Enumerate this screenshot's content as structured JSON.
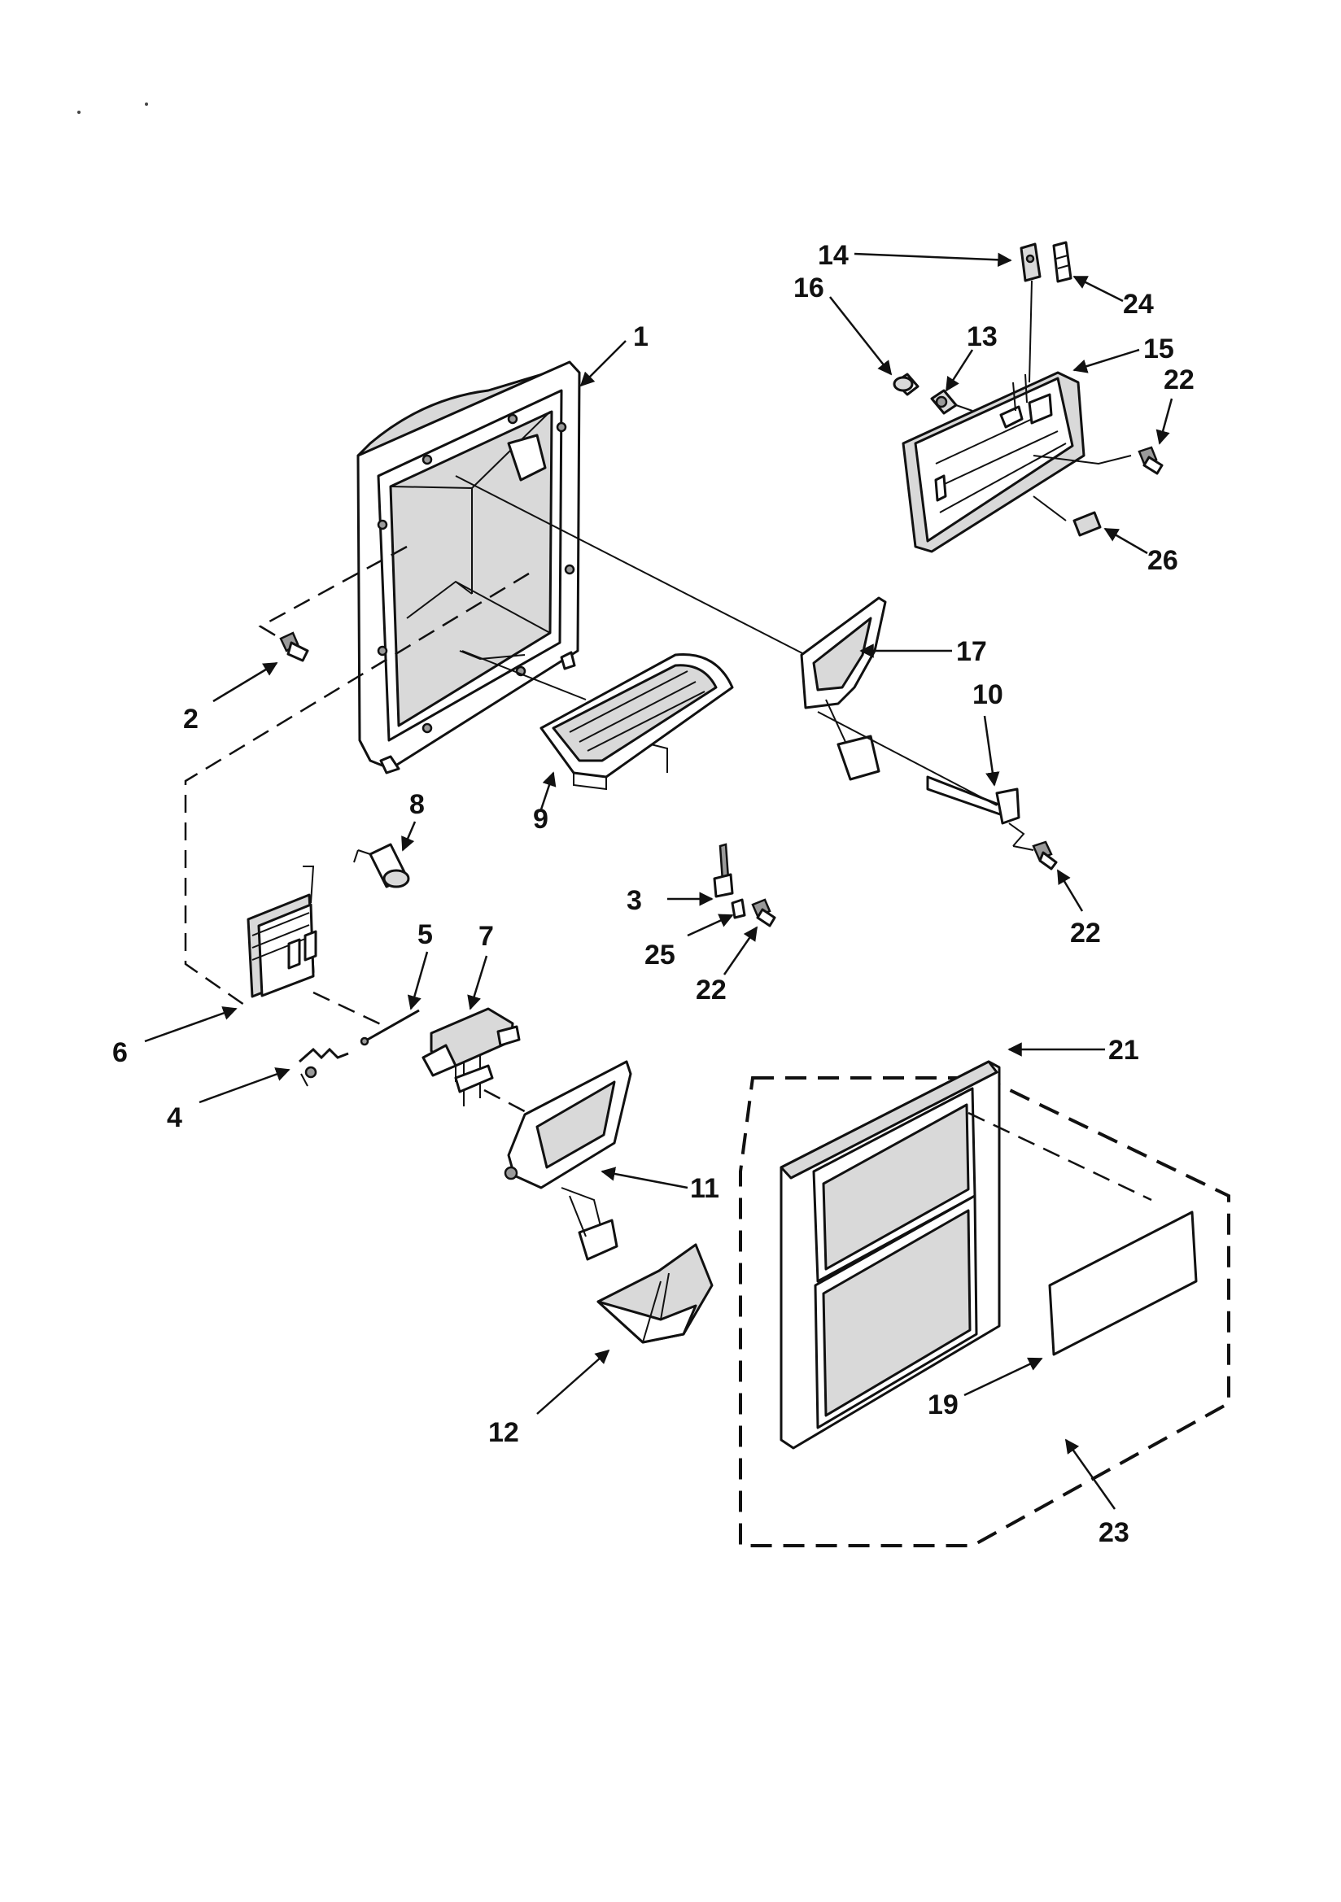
{
  "diagram": {
    "callouts": {
      "c1": "1",
      "c2": "2",
      "c3": "3",
      "c4": "4",
      "c5": "5",
      "c6": "6",
      "c7": "7",
      "c8": "8",
      "c9": "9",
      "c10": "10",
      "c11": "11",
      "c12": "12",
      "c13": "13",
      "c14": "14",
      "c15": "15",
      "c16": "16",
      "c17": "17",
      "c19": "19",
      "c21": "21",
      "c22a": "22",
      "c22b": "22",
      "c22c": "22",
      "c23": "23",
      "c24": "24",
      "c25": "25",
      "c26": "26"
    }
  }
}
